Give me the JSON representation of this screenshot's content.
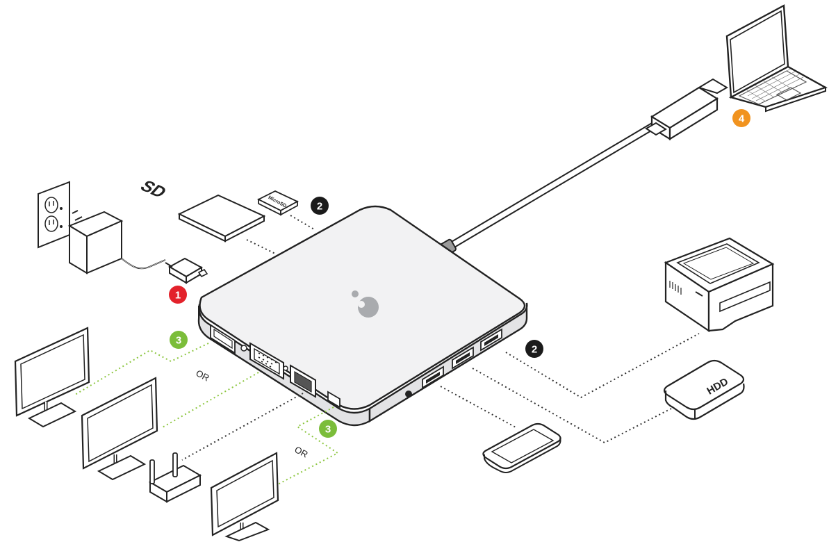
{
  "labels": {
    "sd": "SD",
    "microsd": "MicroSD",
    "hdd": "HDD",
    "or_top": "OR",
    "or_bottom": "OR"
  },
  "badges": [
    {
      "id": "power",
      "number": "1",
      "color": "#e3222b"
    },
    {
      "id": "card-reader",
      "number": "2",
      "color": "#1a1a1a"
    },
    {
      "id": "video-top",
      "number": "3",
      "color": "#7bbd3a"
    },
    {
      "id": "usb",
      "number": "2",
      "color": "#1a1a1a"
    },
    {
      "id": "video-bottom",
      "number": "3",
      "color": "#7bbd3a"
    },
    {
      "id": "host",
      "number": "4",
      "color": "#f1931f"
    }
  ],
  "colors": {
    "outline": "#222222",
    "dotted_black": "#333333",
    "dotted_green": "#8cc63f",
    "hub_fill": "#f2f2f3",
    "hub_side": "#e3e3e5"
  },
  "icons": [
    "wall-outlet-icon",
    "power-adapter-icon",
    "sd-card-icon",
    "microsd-card-icon",
    "laptop-icon",
    "printer-icon",
    "hdd-icon",
    "smartphone-icon",
    "router-icon",
    "monitor-icon",
    "docking-hub-icon",
    "hub-logo-icon"
  ]
}
